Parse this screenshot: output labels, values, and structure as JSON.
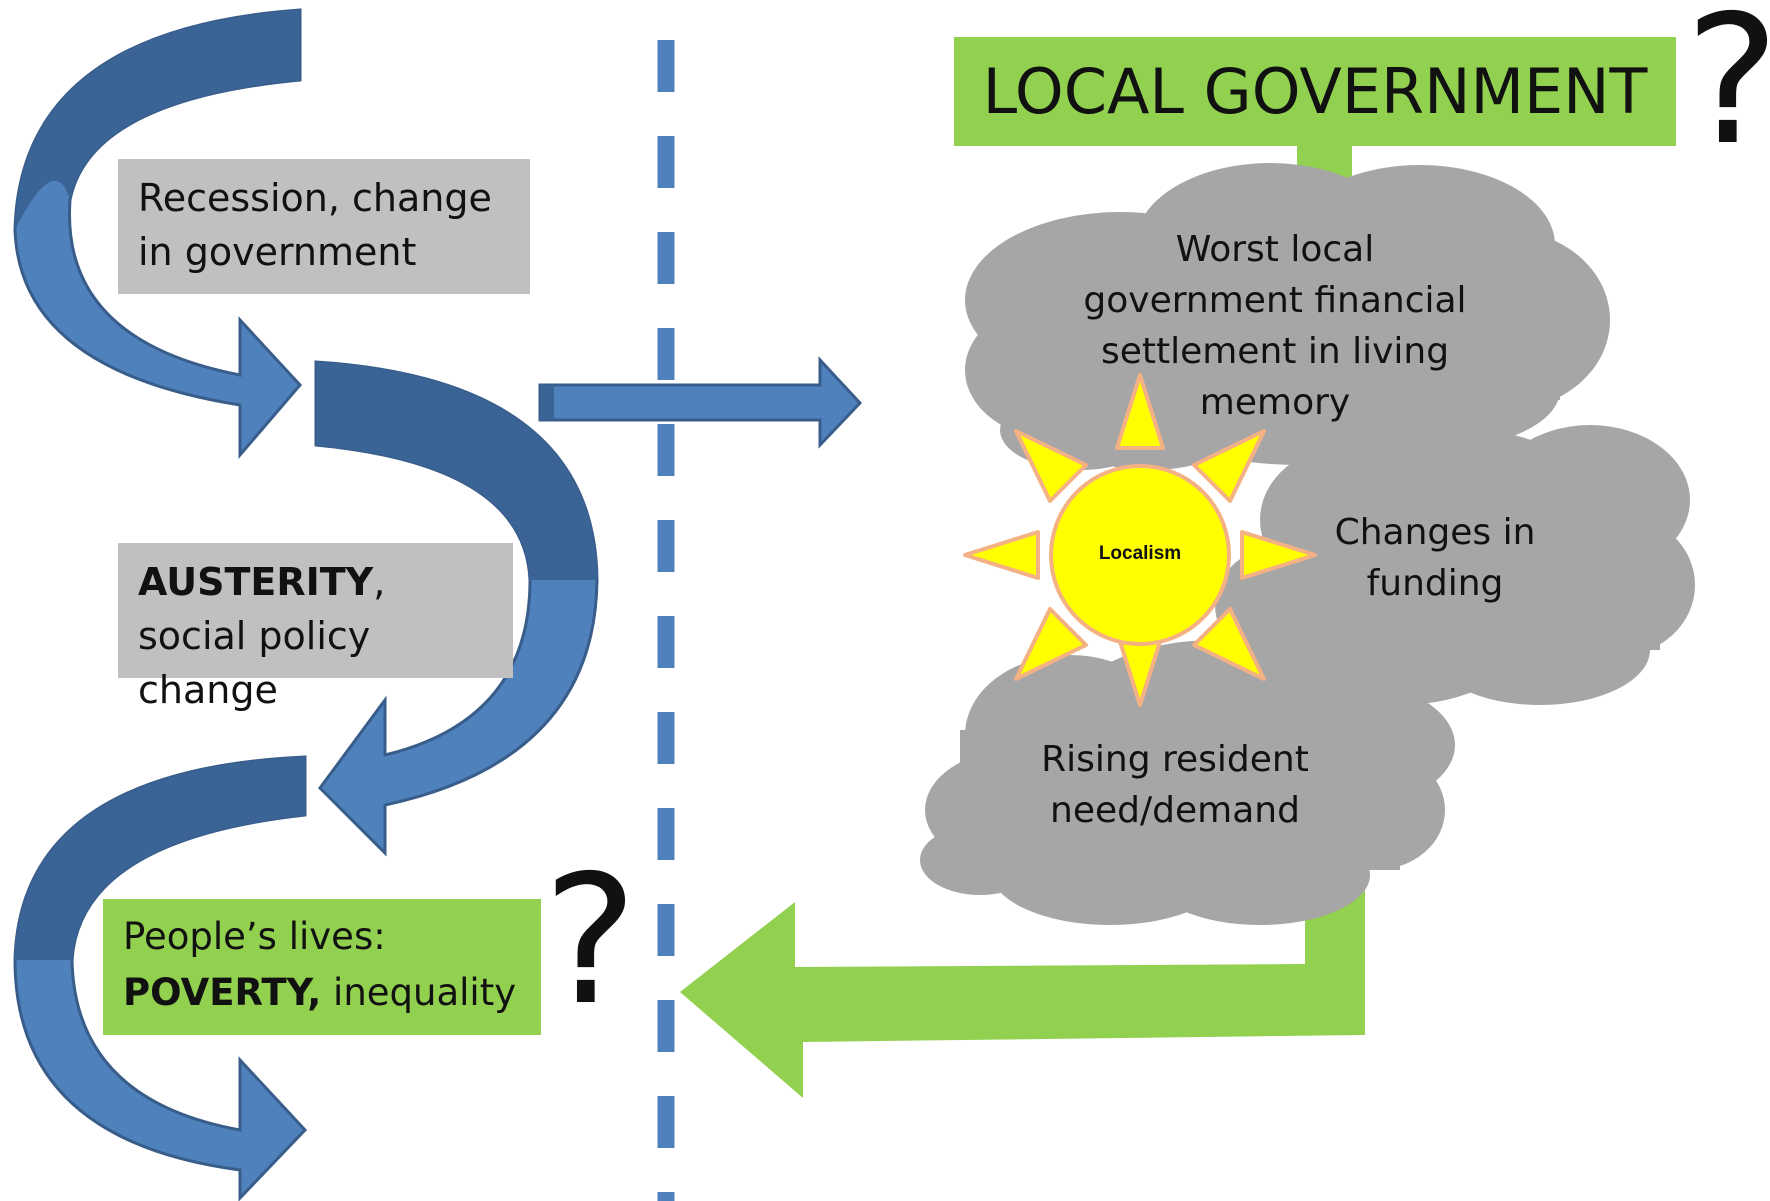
{
  "banner": {
    "title": "LOCAL GOVERNMENT"
  },
  "left_column": {
    "box1": {
      "text": "Recession, change in government"
    },
    "box2": {
      "bold": "AUSTERITY",
      "rest": ", social policy change"
    },
    "box3": {
      "line1": "People’s lives:",
      "bold": "POVERTY,",
      "rest": " inequality"
    }
  },
  "clouds": {
    "settlement": {
      "line1": "Worst local",
      "line2": "government financial",
      "line3": "settlement in living",
      "line4": "memory"
    },
    "funding": {
      "line1": "Changes in",
      "line2": "funding"
    },
    "need": {
      "line1": "Rising resident",
      "line2": "need/demand"
    }
  },
  "sun": {
    "label": "Localism"
  },
  "question_marks": {
    "top": "?",
    "bottom": "?"
  },
  "colors": {
    "blue_arrow": "#4f81bd",
    "blue_dark": "#3b6496",
    "green": "#92d050",
    "grey_box": "#c0c0c0",
    "cloud": "#a6a6a6",
    "sun_fill": "#ffff00",
    "sun_outline": "#f4b183"
  }
}
